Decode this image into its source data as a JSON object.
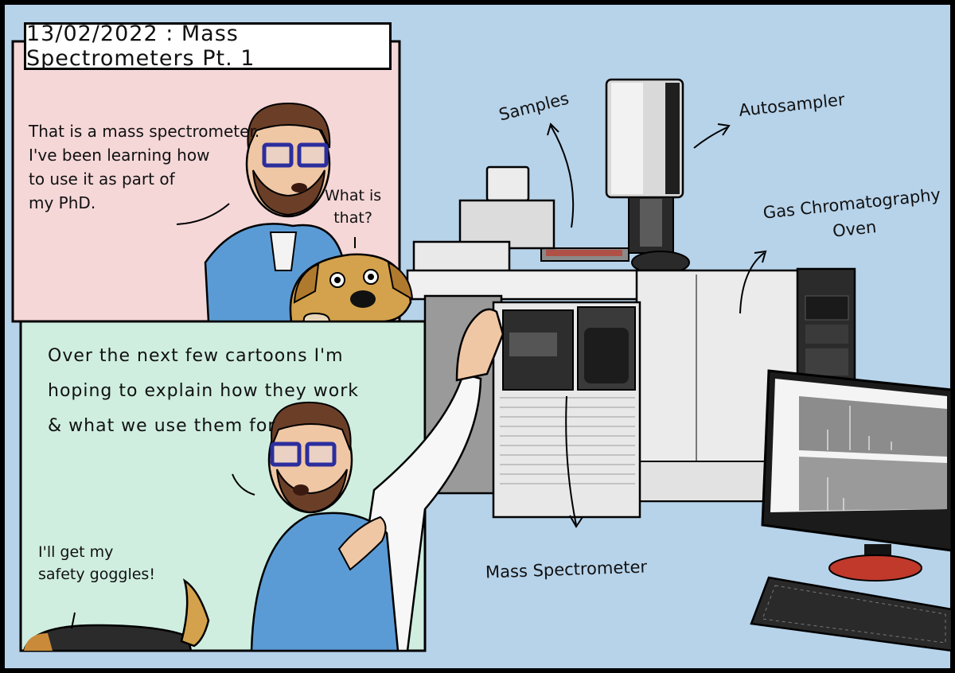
{
  "title": "13/02/2022 : Mass Spectrometers Pt. 1",
  "panel_top": {
    "speech_main": "That is a mass spectrometer.\nI've been learning how\nto use it as part of\nmy PhD.",
    "speech_dog": "What is\nthat?"
  },
  "panel_bottom": {
    "speech_main": "Over the next few cartoons I'm\nhoping to explain how they work\n& what we use them for",
    "speech_dog": "I'll get my\nsafety goggles!"
  },
  "labels": {
    "samples": "Samples",
    "autosampler": "Autosampler",
    "gc_oven": "Gas Chromatography\nOven",
    "mass_spec": "Mass Spectrometer"
  },
  "colors": {
    "background": "#b7d3ea",
    "panel_top": "#f5d7d8",
    "panel_bottom": "#cfeee0",
    "shirt": "#5b9bd5",
    "glasses": "#2c2e9e",
    "instrument": "#e7e7e7"
  }
}
